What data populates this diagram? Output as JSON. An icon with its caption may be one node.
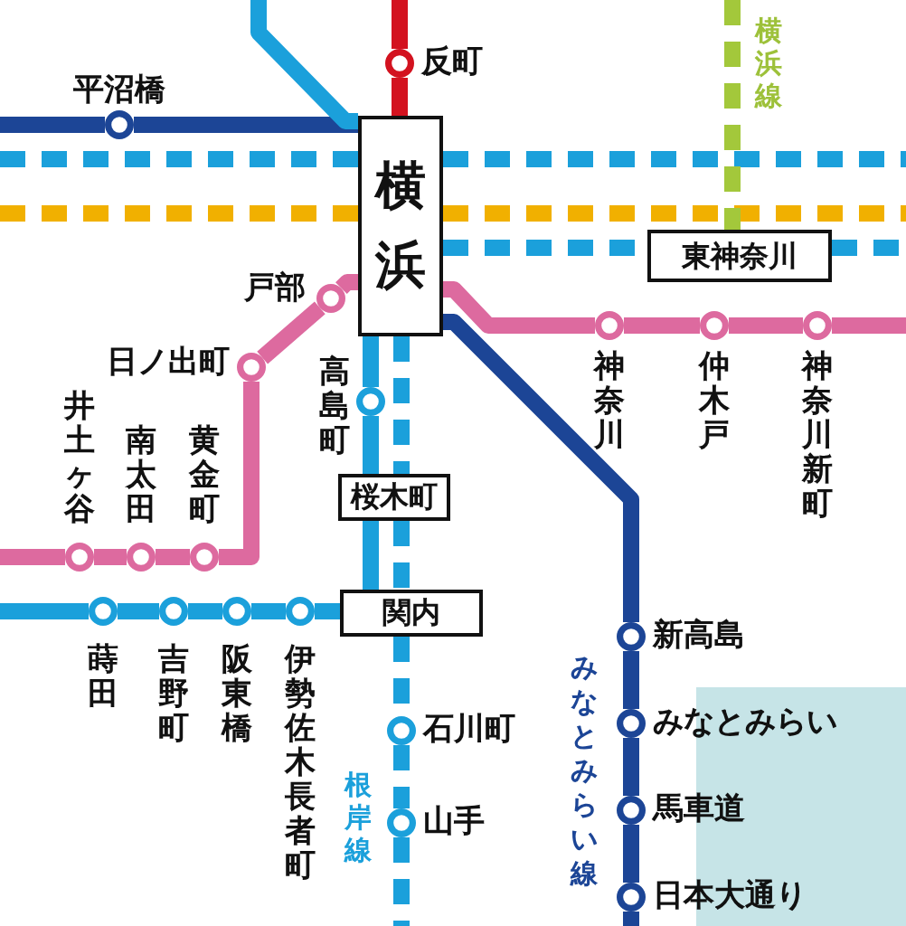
{
  "diagram": {
    "nodes": [
      {
        "text": [
          "平沼橋"
        ]
      },
      {
        "text": [
          "反町"
        ]
      },
      {
        "text": [
          "横浜"
        ]
      },
      {
        "text": [
          "東神奈川"
        ]
      },
      {
        "text": [
          "戸部"
        ]
      },
      {
        "text": [
          "神奈川"
        ]
      },
      {
        "text": [
          "仲木戸"
        ]
      },
      {
        "text": [
          "神奈川新町"
        ]
      },
      {
        "text": [
          "日ノ出町"
        ]
      },
      {
        "text": [
          "高島町"
        ]
      },
      {
        "text": [
          "井土ヶ谷"
        ]
      },
      {
        "text": [
          "南太田"
        ]
      },
      {
        "text": [
          "黄金町"
        ]
      },
      {
        "text": [
          "桜木町"
        ]
      },
      {
        "text": [
          "関内"
        ]
      },
      {
        "text": [
          "新高島"
        ]
      },
      {
        "text": [
          "蒔田"
        ]
      },
      {
        "text": [
          "吉野町"
        ]
      },
      {
        "text": [
          "阪東橋"
        ]
      },
      {
        "text": [
          "伊勢佐木長者町"
        ]
      },
      {
        "text": [
          "みなとみらい"
        ]
      },
      {
        "text": [
          "石川町"
        ]
      },
      {
        "text": [
          "馬車道"
        ]
      },
      {
        "text": [
          "山手"
        ]
      },
      {
        "text": [
          "日本大通り"
        ]
      },
      {
        "text": [],
        "shape": "box"
      }
    ],
    "edges": [
      {
        "from": null,
        "to": 0,
        "arrow": "none",
        "color": "#1c4596"
      },
      {
        "from": 0,
        "to": 2,
        "arrow": "none",
        "color": "#1c4596"
      },
      {
        "from": null,
        "to": 2,
        "arrow": "none",
        "color": "#1ba0db"
      },
      {
        "from": 2,
        "to": 9,
        "arrow": "none",
        "color": "#1ba0db"
      },
      {
        "from": 9,
        "to": 13,
        "arrow": "none",
        "color": "#1ba0db"
      },
      {
        "from": 13,
        "to": 14,
        "arrow": "none",
        "color": "#1ba0db"
      },
      {
        "from": 14,
        "to": 19,
        "arrow": "none",
        "color": "#1ba0db"
      },
      {
        "from": 19,
        "to": 18,
        "arrow": "none",
        "color": "#1ba0db"
      },
      {
        "from": 18,
        "to": 17,
        "arrow": "none",
        "color": "#1ba0db"
      },
      {
        "from": 17,
        "to": 16,
        "arrow": "none",
        "color": "#1ba0db"
      },
      {
        "from": 16,
        "to": null,
        "arrow": "none",
        "color": "#1ba0db"
      },
      {
        "from": null,
        "to": 1,
        "arrow": "none",
        "color": "#d3121f"
      },
      {
        "from": 1,
        "to": 2,
        "arrow": "none",
        "color": "#d3121f"
      },
      {
        "from": null,
        "to": 2,
        "arrow": "none",
        "style": "dashed",
        "color": "#1ba0db"
      },
      {
        "from": 2,
        "to": null,
        "arrow": "none",
        "style": "dashed",
        "color": "#1ba0db"
      },
      {
        "from": null,
        "to": 2,
        "arrow": "none",
        "style": "dashed",
        "color": "#f1b000"
      },
      {
        "from": 2,
        "to": null,
        "arrow": "none",
        "style": "dashed",
        "color": "#f1b000"
      },
      {
        "from": 2,
        "to": 3,
        "arrow": "none",
        "style": "dashed",
        "color": "#1ba0db"
      },
      {
        "from": 3,
        "to": null,
        "arrow": "none",
        "style": "dashed",
        "color": "#1ba0db"
      },
      {
        "from": null,
        "to": 3,
        "arrow": "none",
        "style": "dashed",
        "color": "#a3c83b"
      },
      {
        "from": 2,
        "to": 13,
        "arrow": "none",
        "style": "dashed",
        "color": "#1ba0db"
      },
      {
        "from": 13,
        "to": 14,
        "arrow": "none",
        "style": "dashed",
        "color": "#1ba0db"
      },
      {
        "from": 14,
        "to": 21,
        "arrow": "none",
        "style": "dashed",
        "color": "#1ba0db"
      },
      {
        "from": 21,
        "to": 23,
        "arrow": "none",
        "style": "dashed",
        "color": "#1ba0db"
      },
      {
        "from": 23,
        "to": null,
        "arrow": "none",
        "style": "dashed",
        "color": "#1ba0db"
      },
      {
        "from": null,
        "to": 10,
        "arrow": "none",
        "color": "#dd6a9f"
      },
      {
        "from": 10,
        "to": 11,
        "arrow": "none",
        "color": "#dd6a9f"
      },
      {
        "from": 11,
        "to": 12,
        "arrow": "none",
        "color": "#dd6a9f"
      },
      {
        "from": 12,
        "to": 8,
        "arrow": "none",
        "color": "#dd6a9f"
      },
      {
        "from": 8,
        "to": 4,
        "arrow": "none",
        "color": "#dd6a9f"
      },
      {
        "from": 4,
        "to": 2,
        "arrow": "none",
        "color": "#dd6a9f"
      },
      {
        "from": 2,
        "to": 5,
        "arrow": "none",
        "color": "#dd6a9f"
      },
      {
        "from": 5,
        "to": 6,
        "arrow": "none",
        "color": "#dd6a9f"
      },
      {
        "from": 6,
        "to": 7,
        "arrow": "none",
        "color": "#dd6a9f"
      },
      {
        "from": 7,
        "to": null,
        "arrow": "none",
        "color": "#dd6a9f"
      },
      {
        "from": 2,
        "to": 15,
        "arrow": "none",
        "color": "#1c4596"
      },
      {
        "from": 15,
        "to": 20,
        "arrow": "none",
        "color": "#1c4596"
      },
      {
        "from": 20,
        "to": 22,
        "arrow": "none",
        "color": "#1c4596"
      },
      {
        "from": 22,
        "to": 24,
        "arrow": "none",
        "color": "#1c4596"
      },
      {
        "from": 24,
        "to": null,
        "arrow": "none",
        "color": "#1c4596"
      }
    ],
    "labels": [
      "横浜線",
      "根岸線",
      "みなとみらい線"
    ]
  }
}
